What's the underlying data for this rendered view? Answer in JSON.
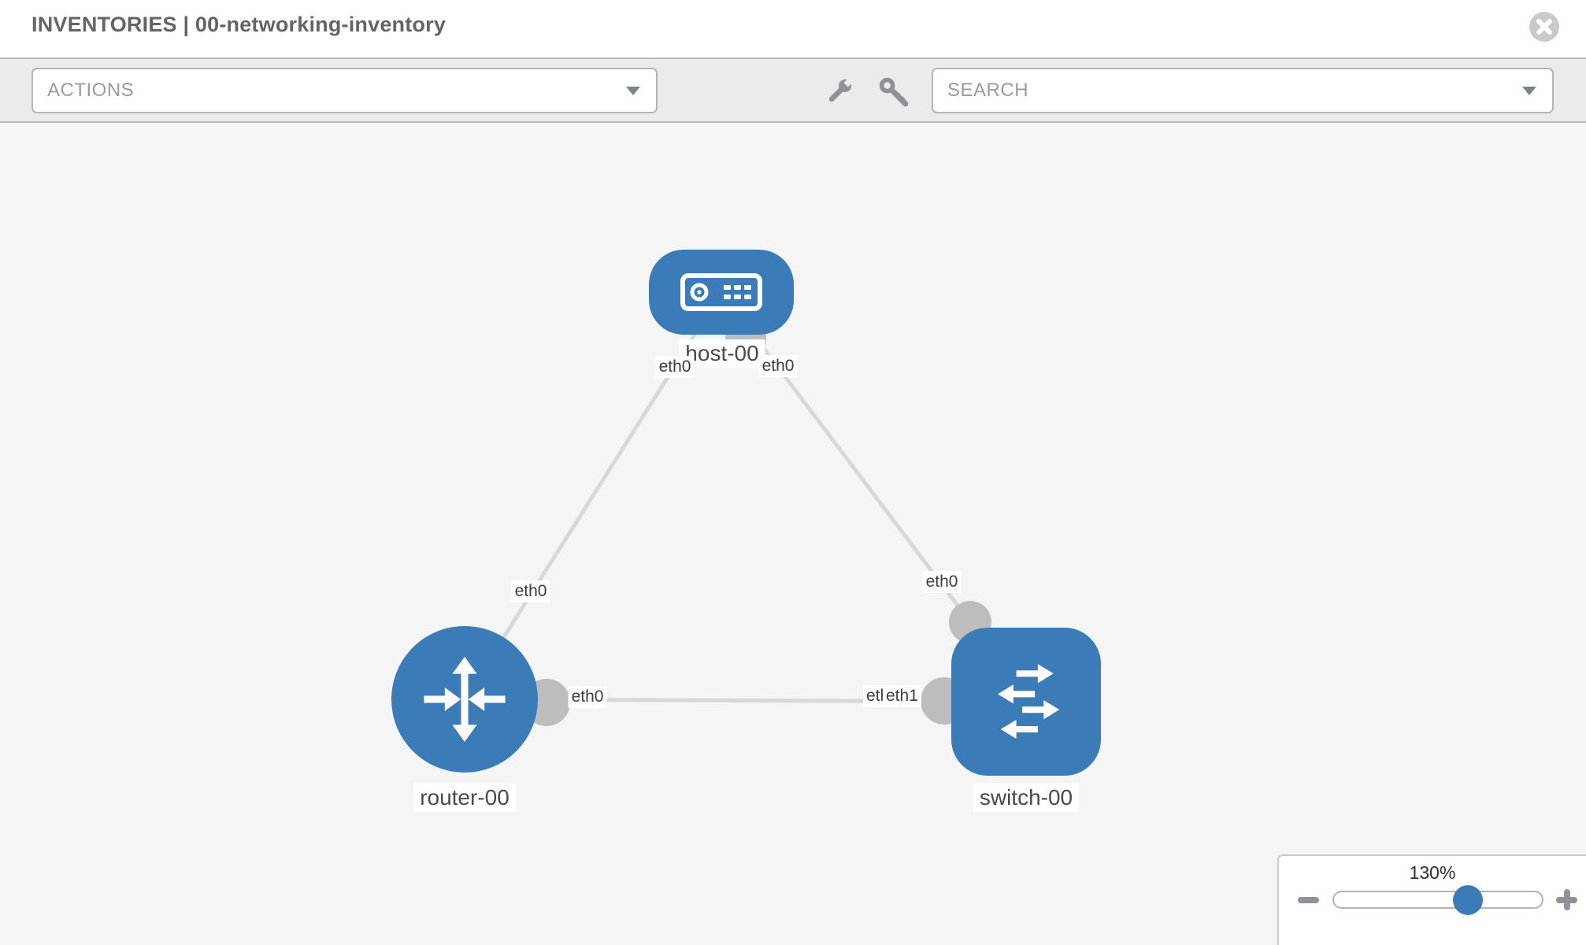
{
  "header": {
    "title": "INVENTORIES | 00-networking-inventory"
  },
  "toolbar": {
    "actions_label": "ACTIONS",
    "search_placeholder": "SEARCH",
    "icons": [
      "wrench-icon",
      "key-icon"
    ]
  },
  "diagram": {
    "nodes": [
      {
        "id": "host-00",
        "label": "host-00",
        "type": "host",
        "icon": "server-icon"
      },
      {
        "id": "router-00",
        "label": "router-00",
        "type": "router",
        "icon": "router-arrows-icon"
      },
      {
        "id": "switch-00",
        "label": "switch-00",
        "type": "switch",
        "icon": "switch-arrows-icon"
      }
    ],
    "links": [
      {
        "source": "host-00",
        "target": "router-00"
      },
      {
        "source": "host-00",
        "target": "switch-00"
      },
      {
        "source": "router-00",
        "target": "switch-00"
      }
    ],
    "interface_labels": [
      {
        "text": "eth0",
        "position": "host-left"
      },
      {
        "text": "eth0",
        "position": "host-right"
      },
      {
        "text": "eth0",
        "position": "link-host-router"
      },
      {
        "text": "eth0",
        "position": "link-host-switch"
      },
      {
        "text": "eth0",
        "position": "router-right"
      },
      {
        "text": "eth0",
        "position": "switch-left-under"
      },
      {
        "text": "eth1",
        "position": "switch-left"
      }
    ],
    "colors": {
      "node_fill": "#3b7cb8",
      "link_stroke": "#d8d8d8",
      "interface_dot": "#bdbdbd",
      "canvas_bg": "#f5f5f5"
    }
  },
  "zoom_panel": {
    "level": "130%",
    "percent": 130
  }
}
